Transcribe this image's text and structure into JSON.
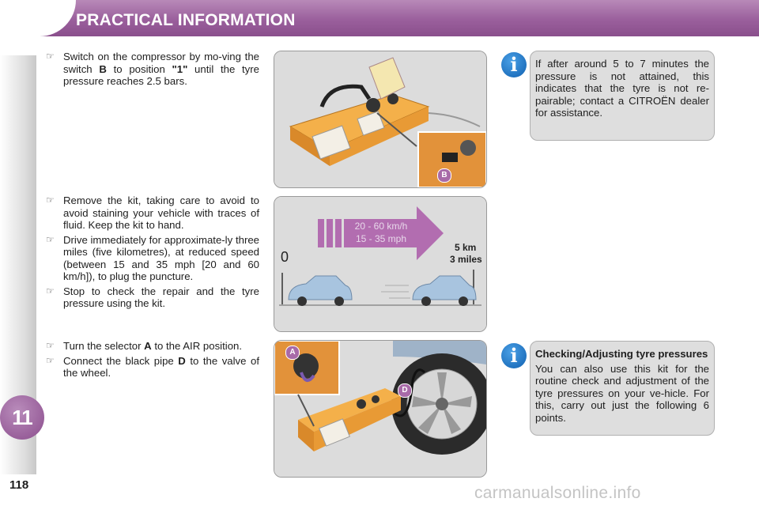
{
  "header": {
    "title": "PRACTICAL INFORMATION"
  },
  "chapter": {
    "number": "11"
  },
  "page": {
    "number": "118"
  },
  "watermark": "carmanualsonline.info",
  "colors": {
    "header": "#9a5f9c",
    "accent": "#a86aa8",
    "info_icon": "#1a6fc4",
    "kit_orange": "#f0a23a"
  },
  "sections": [
    {
      "bullets": [
        {
          "pre": "Switch on the compressor by mo-ving the switch ",
          "bold1": "B",
          "mid": " to position ",
          "bold2": "\"1\"",
          "post": " until the tyre pressure reaches 2.5 bars."
        }
      ]
    },
    {
      "bullets": [
        {
          "text": "Remove the kit, taking care to avoid to avoid staining your vehicle with traces of fluid. Keep the kit to hand."
        },
        {
          "text": "Drive immediately for approximate-ly three miles (five kilometres), at reduced speed (between 15 and 35 mph [20 and 60 km/h]), to plug the puncture."
        },
        {
          "text": "Stop to check the repair and the tyre pressure using the kit."
        }
      ]
    },
    {
      "bullets": [
        {
          "pre": "Turn the selector ",
          "bold1": "A",
          "post": " to the AIR position."
        },
        {
          "pre": "Connect the black pipe ",
          "bold1": "D",
          "post": " to the valve of the wheel."
        }
      ]
    }
  ],
  "info_boxes": [
    {
      "text": "If after around 5 to 7 minutes the pressure is not attained, this indicates that the tyre is not re-pairable; contact a CITROËN dealer for assistance."
    },
    {
      "title": "Checking/Adjusting tyre pressures",
      "text": "You can also use this kit for the routine check and adjustment of the tyre pressures on your ve-hicle. For this, carry out just the following 6 points."
    }
  ],
  "figure1": {
    "label_b": "B"
  },
  "figure2": {
    "speed_kmh": "20 - 60 km/h",
    "speed_mph": "15 - 35 mph",
    "start": "0",
    "distance_km": "5 km",
    "distance_miles": "3 miles"
  },
  "figure3": {
    "label_a": "A",
    "label_d": "D"
  }
}
